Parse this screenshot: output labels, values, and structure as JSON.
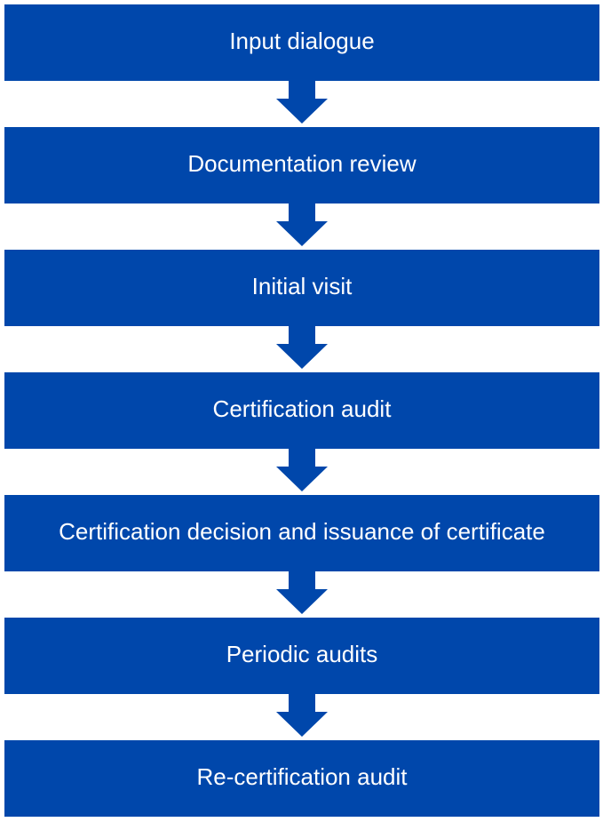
{
  "diagram": {
    "steps": [
      "Input dialogue",
      "Documentation review",
      "Initial visit",
      "Certification audit",
      "Certification decision and issuance of certificate",
      "Periodic audits",
      "Re-certification audit"
    ],
    "colors": {
      "box_fill": "#0047AB",
      "text": "#FFFFFF",
      "background": "#FFFFFF"
    }
  }
}
